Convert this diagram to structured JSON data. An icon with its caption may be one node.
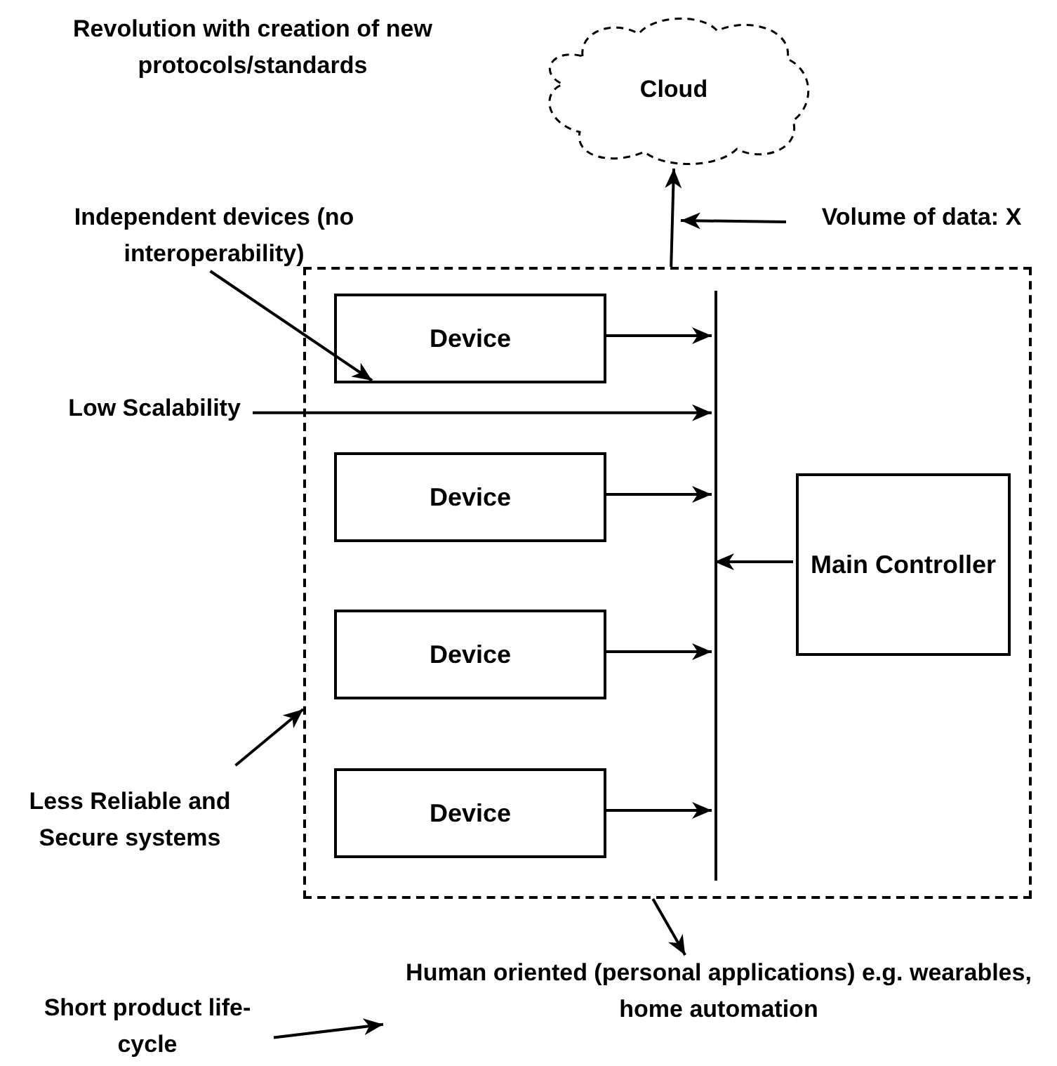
{
  "diagram": {
    "nodes": [
      {
        "text": [
          "Cloud"
        ]
      },
      {
        "text": [
          "Volume of data: X"
        ]
      },
      {
        "text": [
          "Independent devices (no interoperability)"
        ]
      },
      {
        "text": [],
        "shape": "box"
      },
      {
        "text": [],
        "shape": "bar",
        "in": 3
      },
      {
        "text": [
          "Device"
        ],
        "in": 3
      },
      {
        "text": [
          "Device"
        ],
        "in": 3
      },
      {
        "text": [
          "Device"
        ],
        "in": 3
      },
      {
        "text": [
          "Device"
        ],
        "in": 3
      },
      {
        "text": [
          "Main Controller"
        ],
        "in": 3
      },
      {
        "text": [
          "Low Scalability"
        ]
      },
      {
        "text": [
          "Less Reliable and Secure systems"
        ]
      },
      {
        "text": [
          "Human oriented (personal applications) e.g. wearables, home automation"
        ]
      },
      {
        "text": [
          "Short product life-cycle"
        ]
      }
    ],
    "edges": [
      {
        "from": 3,
        "to": 0,
        "arrow": "to"
      },
      {
        "from": 1,
        "to": null,
        "arrow": "to"
      },
      {
        "from": 2,
        "to": 5,
        "arrow": "to"
      },
      {
        "from": 5,
        "to": 4,
        "arrow": "to"
      },
      {
        "from": 6,
        "to": 4,
        "arrow": "to"
      },
      {
        "from": 7,
        "to": 4,
        "arrow": "to"
      },
      {
        "from": 8,
        "to": 4,
        "arrow": "to"
      },
      {
        "from": 9,
        "to": 4,
        "arrow": "to"
      },
      {
        "from": 10,
        "to": 4,
        "arrow": "to"
      },
      {
        "from": 11,
        "to": 3,
        "arrow": "to"
      },
      {
        "from": 3,
        "to": 12,
        "arrow": "to"
      },
      {
        "from": 13,
        "to": 12,
        "arrow": "to"
      }
    ],
    "labels": [
      "Revolution with creation of new protocols/standards"
    ]
  }
}
